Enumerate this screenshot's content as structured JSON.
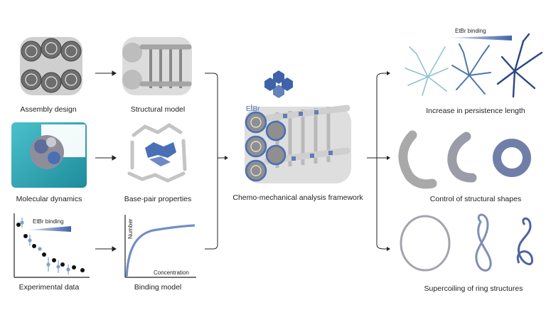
{
  "left_panels": {
    "assembly_design": "Assembly design",
    "molecular_dynamics": "Molecular dynamics",
    "experimental_data": "Experimental data"
  },
  "middle_panels": {
    "structural_model": "Structural model",
    "base_pair_properties": "Base-pair properties",
    "binding_model": "Binding model"
  },
  "binding_model_axes": {
    "y_label": "Number",
    "x_label": "Concentration"
  },
  "experimental_legend": "EtBr binding",
  "center": {
    "ligand_label": "EtBr",
    "caption": "Chemo-mechanical analysis framework"
  },
  "right_panels": {
    "gradient_label": "EtBr binding",
    "persistence": "Increase in persistence length",
    "shapes": "Control of structural shapes",
    "supercoiling": "Supercoiling of ring structures"
  },
  "colors": {
    "accent_blue": "#4a6fb5",
    "teal": "#2aa8b8",
    "grey": "#9a9a9a"
  }
}
